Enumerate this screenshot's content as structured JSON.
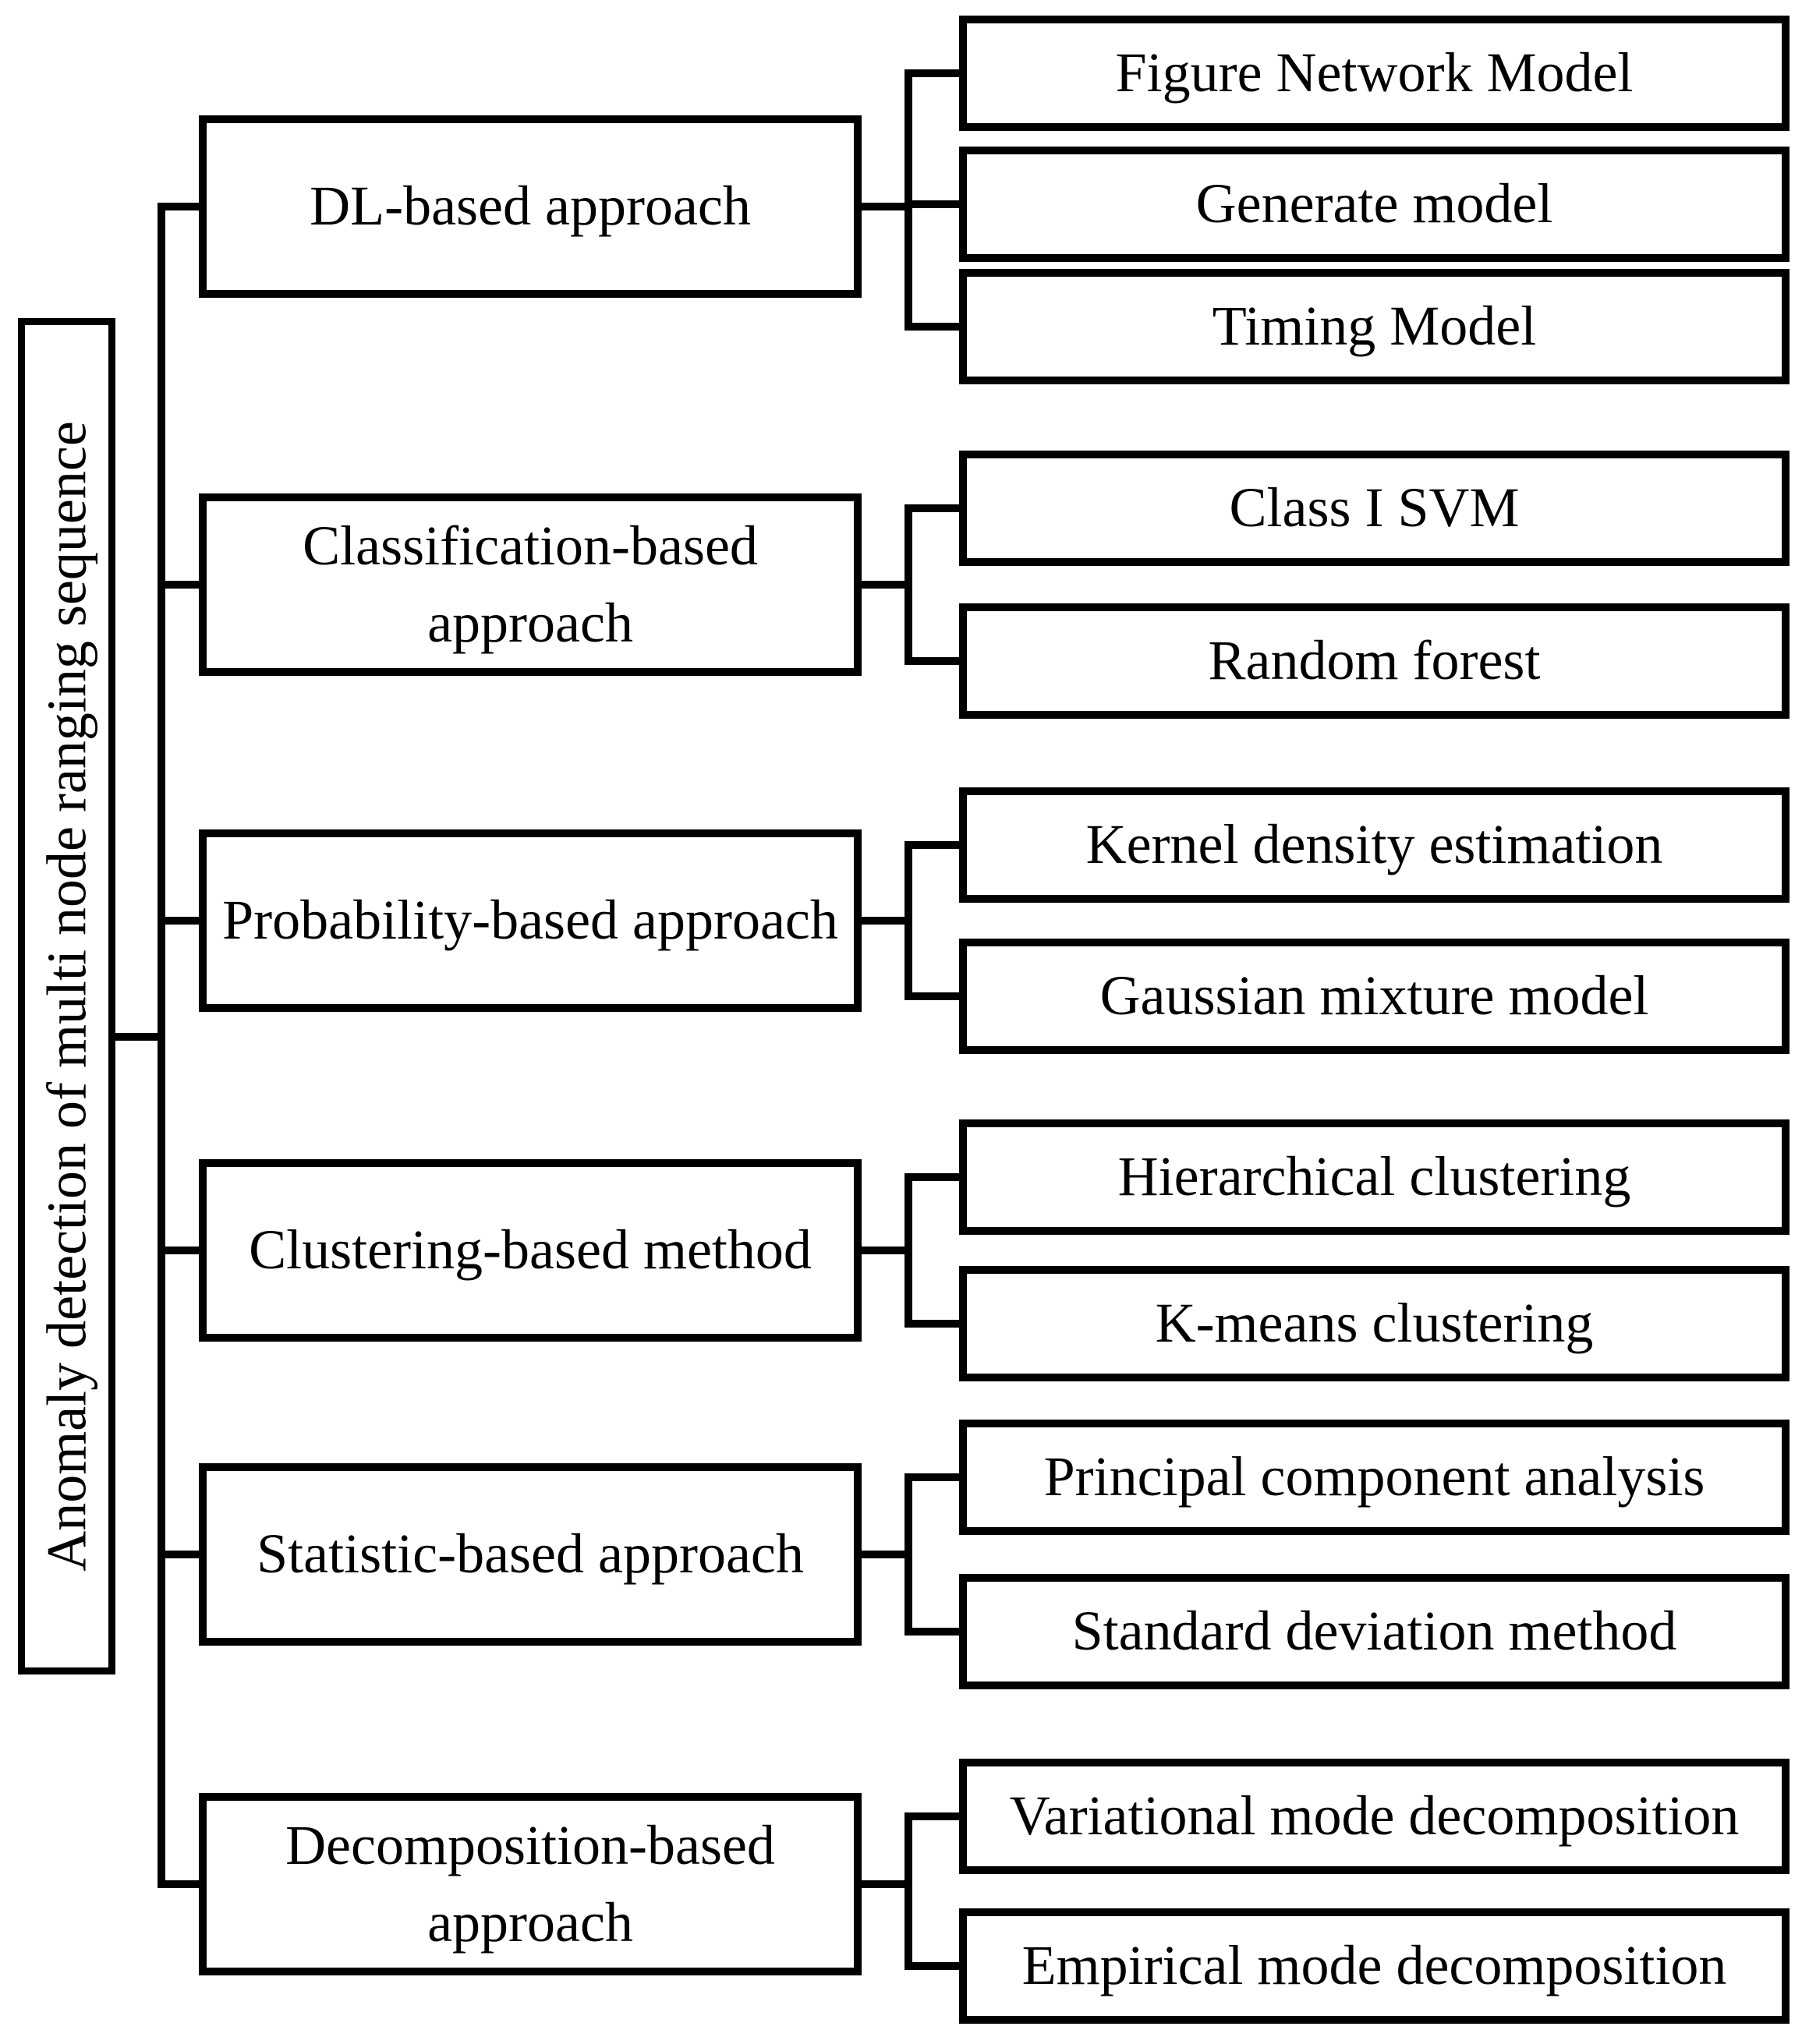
{
  "diagram": {
    "title": "Anomaly detection taxonomy tree",
    "root": {
      "label": "Anomaly detection of multi node ranging sequence"
    },
    "branches": [
      {
        "label": "DL-based approach",
        "children": [
          "Figure Network Model",
          "Generate model",
          "Timing Model"
        ]
      },
      {
        "label": "Classification-based approach",
        "children": [
          "Class I SVM",
          "Random forest"
        ]
      },
      {
        "label": "Probability-based approach",
        "children": [
          "Kernel density estimation",
          "Gaussian mixture model"
        ]
      },
      {
        "label": "Clustering-based method",
        "children": [
          "Hierarchical clustering",
          "K-means clustering"
        ]
      },
      {
        "label": "Statistic-based approach",
        "children": [
          "Principal component analysis",
          "Standard deviation method"
        ]
      },
      {
        "label": "Decomposition-based approach",
        "children": [
          "Variational mode decomposition",
          "Empirical mode decomposition"
        ]
      }
    ],
    "colors": {
      "line": "#000000",
      "background": "#ffffff",
      "text": "#000000"
    }
  }
}
